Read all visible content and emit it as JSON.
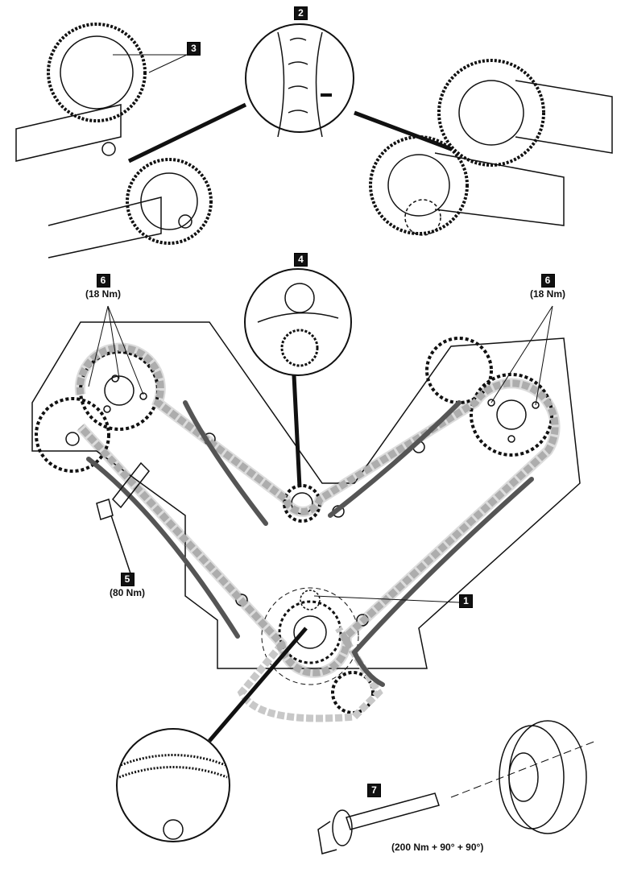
{
  "callouts": {
    "c1": {
      "num": "1"
    },
    "c2": {
      "num": "2"
    },
    "c3": {
      "num": "3"
    },
    "c4": {
      "num": "4"
    },
    "c5": {
      "num": "5",
      "torque": "(80 Nm)"
    },
    "c6_left": {
      "num": "6",
      "torque": "(18 Nm)"
    },
    "c6_right": {
      "num": "6",
      "torque": "(18 Nm)"
    },
    "c7": {
      "num": "7",
      "torque": "(200 Nm + 90° + 90°)"
    }
  },
  "colors": {
    "line": "#111111",
    "chain_link": "#c8c8c8",
    "guide": "#555555"
  }
}
